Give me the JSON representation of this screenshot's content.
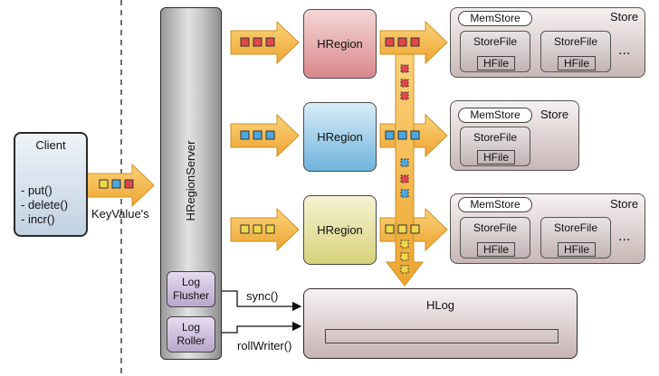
{
  "client": {
    "title": "Client",
    "methods": [
      "- put()",
      "- delete()",
      "- incr()"
    ]
  },
  "keyvalues_label": "KeyValue's",
  "region_server": {
    "label": "HRegionServer"
  },
  "log_flusher": {
    "line1": "Log",
    "line2": "Flusher"
  },
  "log_roller": {
    "line1": "Log",
    "line2": "Roller"
  },
  "sync_label": "sync()",
  "roll_label": "rollWriter()",
  "hlog": {
    "title": "HLog"
  },
  "regions": [
    {
      "label": "HRegion",
      "store_label": "Store",
      "memstore": "MemStore",
      "storefiles": [
        {
          "label": "StoreFile",
          "hfile": "HFile"
        },
        {
          "label": "StoreFile",
          "hfile": "HFile"
        }
      ],
      "ellipsis": "..."
    },
    {
      "label": "HRegion",
      "store_label": "Store",
      "memstore": "MemStore",
      "storefiles": [
        {
          "label": "StoreFile",
          "hfile": "HFile"
        }
      ],
      "ellipsis": ""
    },
    {
      "label": "HRegion",
      "store_label": "Store",
      "memstore": "MemStore",
      "storefiles": [
        {
          "label": "StoreFile",
          "hfile": "HFile"
        },
        {
          "label": "StoreFile",
          "hfile": "HFile"
        }
      ],
      "ellipsis": "..."
    }
  ],
  "colors": {
    "red": "#e0474c",
    "blue": "#4aa8e0",
    "yellow": "#ecd84a",
    "green": "#7cc66a",
    "arrow": "#f4b43c"
  }
}
